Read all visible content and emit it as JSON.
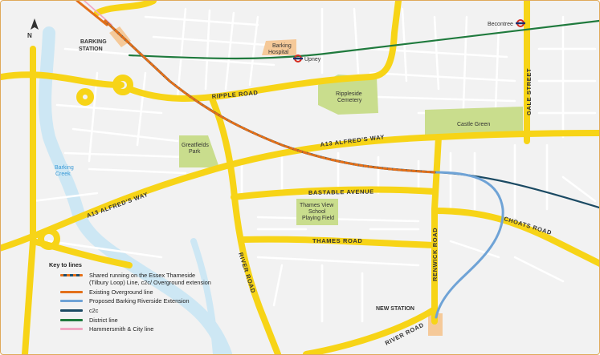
{
  "map": {
    "colors": {
      "background": "#f2f2f2",
      "minor_roads": "#ffffff",
      "major_roads": "#f7d417",
      "water": "#cde7f4",
      "park": "#c9dd8d",
      "building": "#f5c999",
      "district_line": "#1f7a3d",
      "c2c_line": "#1b4a63",
      "overground_line": "#e3701a",
      "riverside_extension": "#6fa3d6",
      "hammersmith_city_line": "#f1a8c4"
    },
    "north_arrow": {
      "label": "N"
    },
    "places": {
      "barking_station": [
        "BARKING",
        "STATION"
      ],
      "barking_hospital": [
        "Barking",
        "Hospital"
      ],
      "rippleside_cemetery": [
        "Rippleside",
        "Cemetery"
      ],
      "castle_green": "Castle Green",
      "greatfields_park": [
        "Greatfields",
        "Park"
      ],
      "thames_view": [
        "Thames View",
        "School",
        "Playing Field"
      ],
      "barking_creek": [
        "Barking",
        "Creek"
      ],
      "new_station": "NEW STATION"
    },
    "stations": {
      "upney": "Upney",
      "becontree": "Becontree"
    },
    "roads": {
      "ripple_road": "RIPPLE ROAD",
      "a13_east": "A13  ALFRED'S WAY",
      "a13_west": "A13  ALFRED'S WAY",
      "gale_street": "GALE STREET",
      "bastable_avenue": "BASTABLE AVENUE",
      "choats_road": "CHOATS ROAD",
      "thames_road": "THAMES ROAD",
      "river_road_north": "RIVER ROAD",
      "renwick_road": "RENWICK ROAD",
      "river_road_south": "RIVER ROAD"
    }
  },
  "legend": {
    "title": "Key to lines",
    "items": [
      {
        "label": "Shared running on the Essex Thameside (Tilbury Loop) Line, c2c/ Overground extension",
        "style": "dashed",
        "color": "#e3701a"
      },
      {
        "label": "Existing Overground line",
        "style": "solid",
        "color": "#e3701a"
      },
      {
        "label": "Proposed Barking Riverside Extension",
        "style": "solid",
        "color": "#6fa3d6"
      },
      {
        "label": "c2c",
        "style": "solid",
        "color": "#1b4a63"
      },
      {
        "label": "District line",
        "style": "solid",
        "color": "#1f7a3d"
      },
      {
        "label": "Hammersmith & City line",
        "style": "solid",
        "color": "#f1a8c4"
      }
    ]
  }
}
